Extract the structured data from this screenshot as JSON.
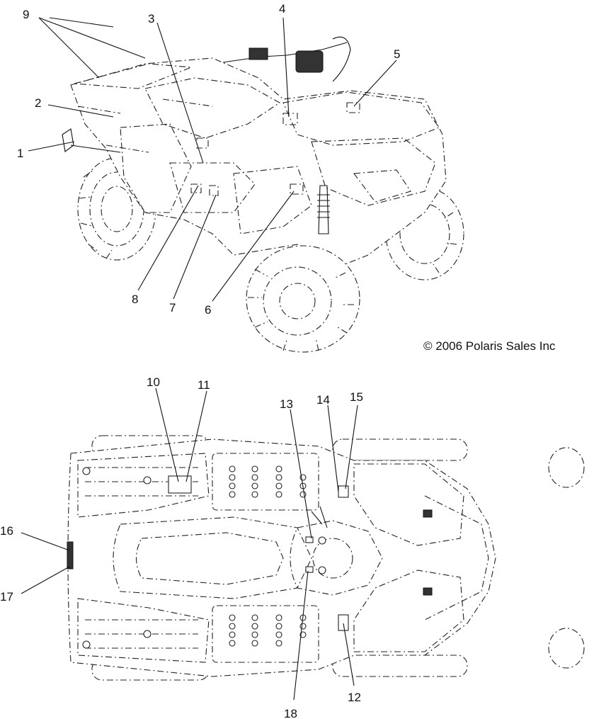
{
  "copyright": "© 2006 Polaris Sales Inc",
  "callouts_top": [
    {
      "id": "c1",
      "label": "1"
    },
    {
      "id": "c2",
      "label": "2"
    },
    {
      "id": "c3",
      "label": "3"
    },
    {
      "id": "c4",
      "label": "4"
    },
    {
      "id": "c5",
      "label": "5"
    },
    {
      "id": "c6",
      "label": "6"
    },
    {
      "id": "c7",
      "label": "7"
    },
    {
      "id": "c8",
      "label": "8"
    },
    {
      "id": "c9",
      "label": "9"
    }
  ],
  "callouts_bottom": [
    {
      "id": "c10",
      "label": "10"
    },
    {
      "id": "c11",
      "label": "11"
    },
    {
      "id": "c12",
      "label": "12"
    },
    {
      "id": "c13",
      "label": "13"
    },
    {
      "id": "c14",
      "label": "14"
    },
    {
      "id": "c15",
      "label": "15"
    },
    {
      "id": "c16",
      "label": "16"
    },
    {
      "id": "c17",
      "label": "17"
    },
    {
      "id": "c18",
      "label": "18"
    }
  ]
}
